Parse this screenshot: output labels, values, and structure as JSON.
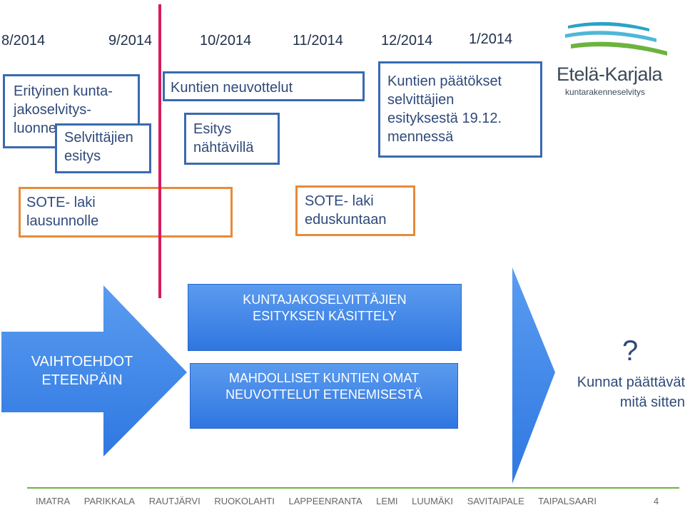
{
  "timeline": {
    "months": [
      "8/2014",
      "9/2014",
      "10/2014",
      "11/2014",
      "12/2014",
      "1/2014"
    ]
  },
  "boxes": {
    "erityinen": [
      "Erityinen kunta-",
      "jakoselvitys-",
      "luonne"
    ],
    "selvittajien_esitys": [
      "Selvittäjien",
      "esitys"
    ],
    "neuvottelut": "Kuntien neuvottelut",
    "esitys_nahtavilla": [
      "Esitys",
      "nähtävillä"
    ],
    "paatokset": [
      "Kuntien päätökset",
      "selvittäjien",
      "esityksestä 19.12.",
      "mennessä"
    ],
    "sote_lausunnolle": [
      "SOTE- laki",
      "lausunnolle"
    ],
    "sote_eduskuntaan": [
      "SOTE- laki",
      "eduskuntaan"
    ]
  },
  "logo": {
    "name": "Etelä-Karjala",
    "subtitle": "kuntarakenneselvitys",
    "colors": [
      "#2aa3c7",
      "#4fb7d8",
      "#6db33f"
    ]
  },
  "flow": {
    "vaihtoehdot": [
      "VAIHTOEHDOT",
      "ETEENPÄIN"
    ],
    "kasittely": [
      "KUNTAJAKOSELVITTÄJIEN",
      "ESITYKSEN  KÄSITTELY"
    ],
    "neuvottelut": [
      "MAHDOLLISET KUNTIEN OMAT",
      "NEUVOTTELUT ETENEMISESTÄ"
    ],
    "question_mark": "?",
    "kunnat": [
      "Kunnat päättävät",
      "mitä sitten"
    ]
  },
  "footer": {
    "municipalities": [
      "IMATRA",
      "PARIKKALA",
      "RAUTJÄRVI",
      "RUOKOLAHTI",
      "LAPPEENRANTA",
      "LEMI",
      "LUUMÄKI",
      "SAVITAIPALE",
      "TAIPALSAARI"
    ],
    "page_number": "4"
  },
  "colors": {
    "box_border": "#3a6ab0",
    "sote_border": "#e88a3a",
    "now_line": "#d81b60",
    "arrow_blue": "#3d86ea",
    "footer_line": "#6db33f"
  }
}
